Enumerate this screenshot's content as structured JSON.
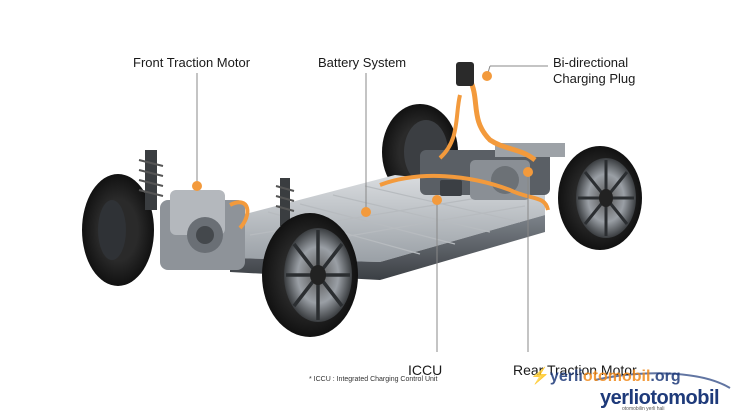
{
  "labels": {
    "front_motor": "Front Traction Motor",
    "battery": "Battery System",
    "bidir_line1": "Bi-directional",
    "bidir_line2": "Charging Plug",
    "iccu": "ICCU",
    "rear_motor": "Rear Traction Motor",
    "footnote": "* ICCU : Integrated Charging Control Unit"
  },
  "watermarks": {
    "site_prefix": "yerli",
    "site_mid": "otomobil",
    "site_suffix": ".org",
    "logo": "yerliotomobil",
    "logo_sub": "otomobilin yerli hali"
  },
  "colors": {
    "accent_orange": "#f39a3c",
    "callout_line": "#888888",
    "watermark_blue": "#1e3a7a"
  },
  "icons": [
    "tire",
    "wheel-rim",
    "battery-pack",
    "motor",
    "charging-plug",
    "callout-dot",
    "bolt-icon"
  ]
}
